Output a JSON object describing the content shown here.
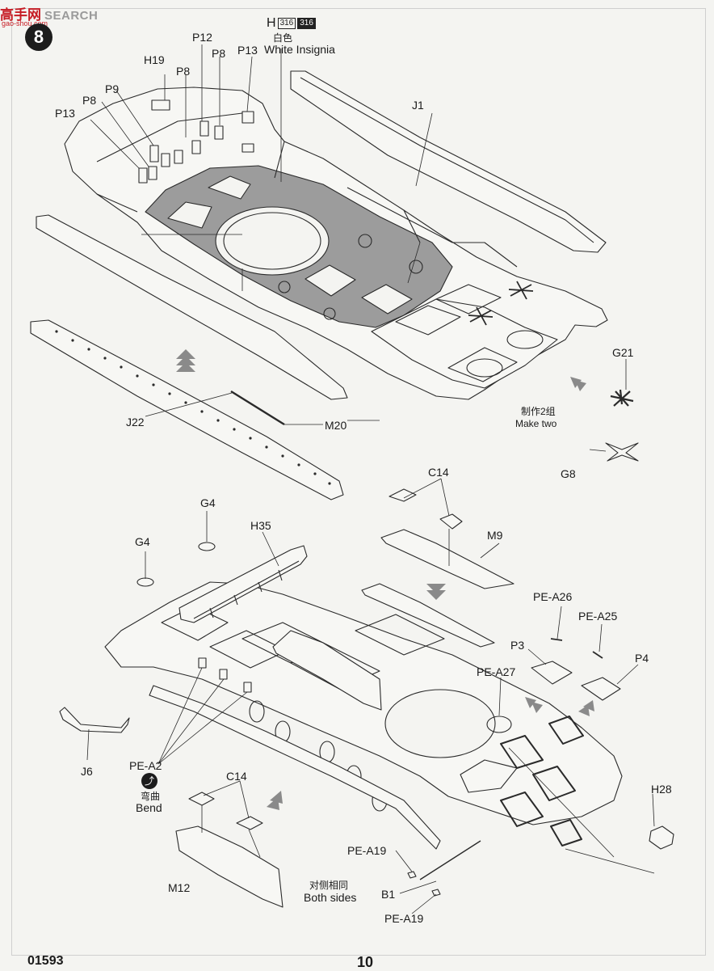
{
  "watermark": {
    "logo": "高手网",
    "search": "SEARCH",
    "url": "gao-shou.com"
  },
  "step_number": "8",
  "insignia": {
    "prefix": "H",
    "code_a": "316",
    "code_b": "316",
    "cn": "白色",
    "en": "White Insignia"
  },
  "labels": {
    "p12": "P12",
    "p8a": "P8",
    "p8b": "P8",
    "p13a": "P13",
    "h19": "H19",
    "p9": "P9",
    "p8c": "P8",
    "p13b": "P13",
    "j1": "J1",
    "g21": "G21",
    "g8": "G8",
    "make_two_cn": "制作2组",
    "make_two_en": "Make two",
    "j22": "J22",
    "m20": "M20",
    "c14a": "C14",
    "m9": "M9",
    "g4a": "G4",
    "g4b": "G4",
    "h35": "H35",
    "pea26": "PE-A26",
    "pea25": "PE-A25",
    "p3": "P3",
    "p4": "P4",
    "pea27": "PE-A27",
    "j6": "J6",
    "pea2": "PE-A2",
    "bend_cn": "弯曲",
    "bend_en": "Bend",
    "c14b": "C14",
    "h28": "H28",
    "m12": "M12",
    "pea19a": "PE-A19",
    "both_sides_cn": "对侧相同",
    "both_sides_en": "Both sides",
    "b1": "B1",
    "pea19b": "PE-A19"
  },
  "footer": {
    "code": "01593",
    "page": "10"
  },
  "colors": {
    "hull_fill": "#9c9c9c",
    "line": "#2a2a2a",
    "paper": "#f4f4f1"
  }
}
